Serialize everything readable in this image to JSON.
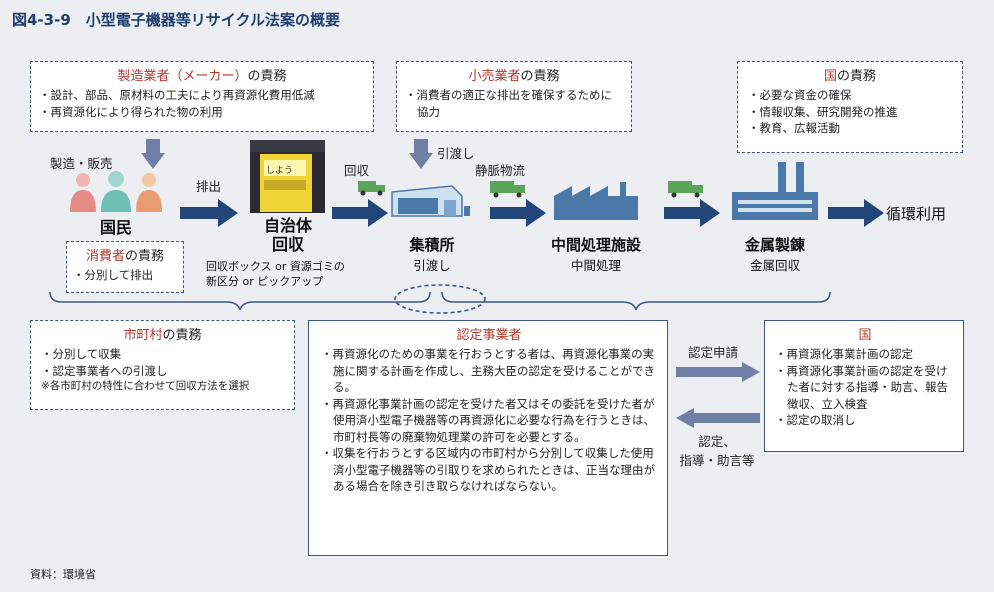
{
  "title": "図4-3-9　小型電子機器等リサイクル法案の概要",
  "boxes": {
    "manufacturer": {
      "role": "製造業者（メーカー）",
      "suffix": "の責務",
      "items": [
        "設計、部品、原材料の工夫により再資源化費用低減",
        "再資源化により得られた物の利用"
      ]
    },
    "retailer": {
      "role": "小売業者",
      "suffix": "の責務",
      "items": [
        "消費者の適正な排出を確保するために協力"
      ]
    },
    "state_top": {
      "role": "国",
      "suffix": "の責務",
      "items": [
        "必要な資金の確保",
        "情報収集、研究開発の推進",
        "教育、広報活動"
      ]
    },
    "consumer": {
      "role": "消費者",
      "suffix": "の責務",
      "items": [
        "分別して排出"
      ]
    },
    "municipality": {
      "role": "市町村",
      "suffix": "の責務",
      "items": [
        "分別して収集",
        "認定事業者への引渡し"
      ],
      "note": "※各市町村の特性に合わせて回収方法を選択"
    },
    "certified": {
      "title": "認定事業者",
      "items": [
        "再資源化のための事業を行おうとする者は、再資源化事業の実施に関する計画を作成し、主務大臣の認定を受けることができる。",
        "再資源化事業計画の認定を受けた者又はその委託を受けた者が使用済小型電子機器等の再資源化に必要な行為を行うときは、市町村長等の廃棄物処理業の許可を必要とする。",
        "収集を行おうとする区域内の市町村から分別して収集した使用済小型電子機器等の引取りを求められたときは、正当な理由がある場合を除き引き取らなければならない。"
      ]
    },
    "state_bottom": {
      "title": "国",
      "items": [
        "再資源化事業計画の認定",
        "再資源化事業計画の認定を受けた者に対する指導・助言、報告徴収、立入検査",
        "認定の取消し"
      ]
    }
  },
  "flow": {
    "manufacture_sale": "製造・販売",
    "citizens": "国民",
    "discharge": "排出",
    "municipal": "自治体\n回収",
    "municipal_sub": "回収ボックス or 資源ゴミの\n新区分 or ピックアップ",
    "collection": "回収",
    "handover_top": "引渡し",
    "arterial": "静脈物流",
    "depot": "集積所",
    "depot_sub": "引渡し",
    "intermediate": "中間処理施設",
    "intermediate_sub": "中間処理",
    "metal": "金属製錬",
    "metal_sub": "金属回収",
    "recycle": "循環利用"
  },
  "exchange": {
    "apply": "認定申請",
    "certify": "認定、\n指導・助言等"
  },
  "sign_text": "しよう",
  "source": "資料：環境省",
  "colors": {
    "navy": "#1f3f6e",
    "arrow": "#22467a",
    "accent_red": "#b03a2e",
    "truck": "#5aa55a",
    "factory": "#4a78a8"
  }
}
